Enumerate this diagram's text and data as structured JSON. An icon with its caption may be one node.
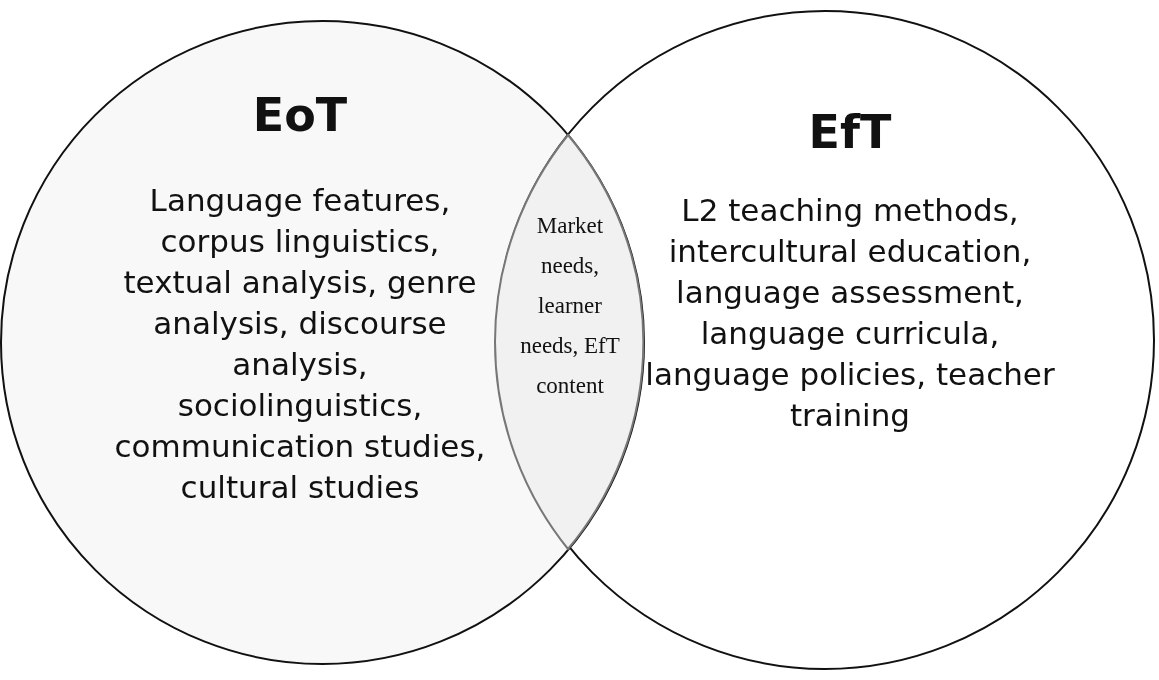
{
  "diagram": {
    "nodes": [
      {
        "text": [
          "EoT",
          "Language features, corpus linguistics, textual analysis, genre analysis, discourse analysis, sociolinguistics, communication studies, cultural studies"
        ]
      },
      {
        "text": [
          "Market needs, learner needs, EfT content"
        ]
      },
      {
        "text": [
          "EfT",
          "L2 teaching methods, intercultural education, language assessment, language curricula, language policies, teacher training"
        ]
      }
    ],
    "edges": []
  }
}
